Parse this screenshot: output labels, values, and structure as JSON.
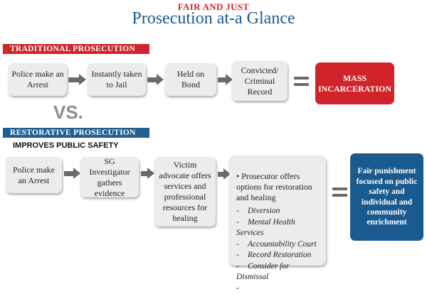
{
  "header": {
    "supertitle": "FAIR AND JUST",
    "title": "Prosecution at-a Glance"
  },
  "traditional": {
    "label": "TRADITIONAL PROSECUTION",
    "steps": [
      "Police make an Arrest",
      "Instantly taken to Jail",
      "Held on Bond",
      "Convicted/ Criminal Record"
    ],
    "result": "MASS INCARCERATION"
  },
  "vs_label": "VS.",
  "restorative": {
    "label": "RESTORATIVE PROSECUTION",
    "subheading": "IMPROVES PUBLIC SAFETY",
    "steps": [
      "Police make an Arrest",
      "SG Investigator gathers evidence",
      "Victim advocate offers services and professional resources for healing"
    ],
    "prosecutor": {
      "bullet": "•",
      "intro": "Prosecutor offers options for restoration and healing",
      "options": [
        "Diversion",
        "Mental Health Services",
        "Accountability Court",
        "Record Restoration",
        "Consider for Dismissal",
        ""
      ]
    },
    "result": "Fair punishment focused on public safety and individual and community enrichment"
  },
  "colors": {
    "traditional_red": "#d2232a",
    "restorative_blue": "#1f5f91",
    "result_blue": "#1a5a8e",
    "arrow_gray": "#6a6a6a",
    "box_gray": "#ececec"
  }
}
